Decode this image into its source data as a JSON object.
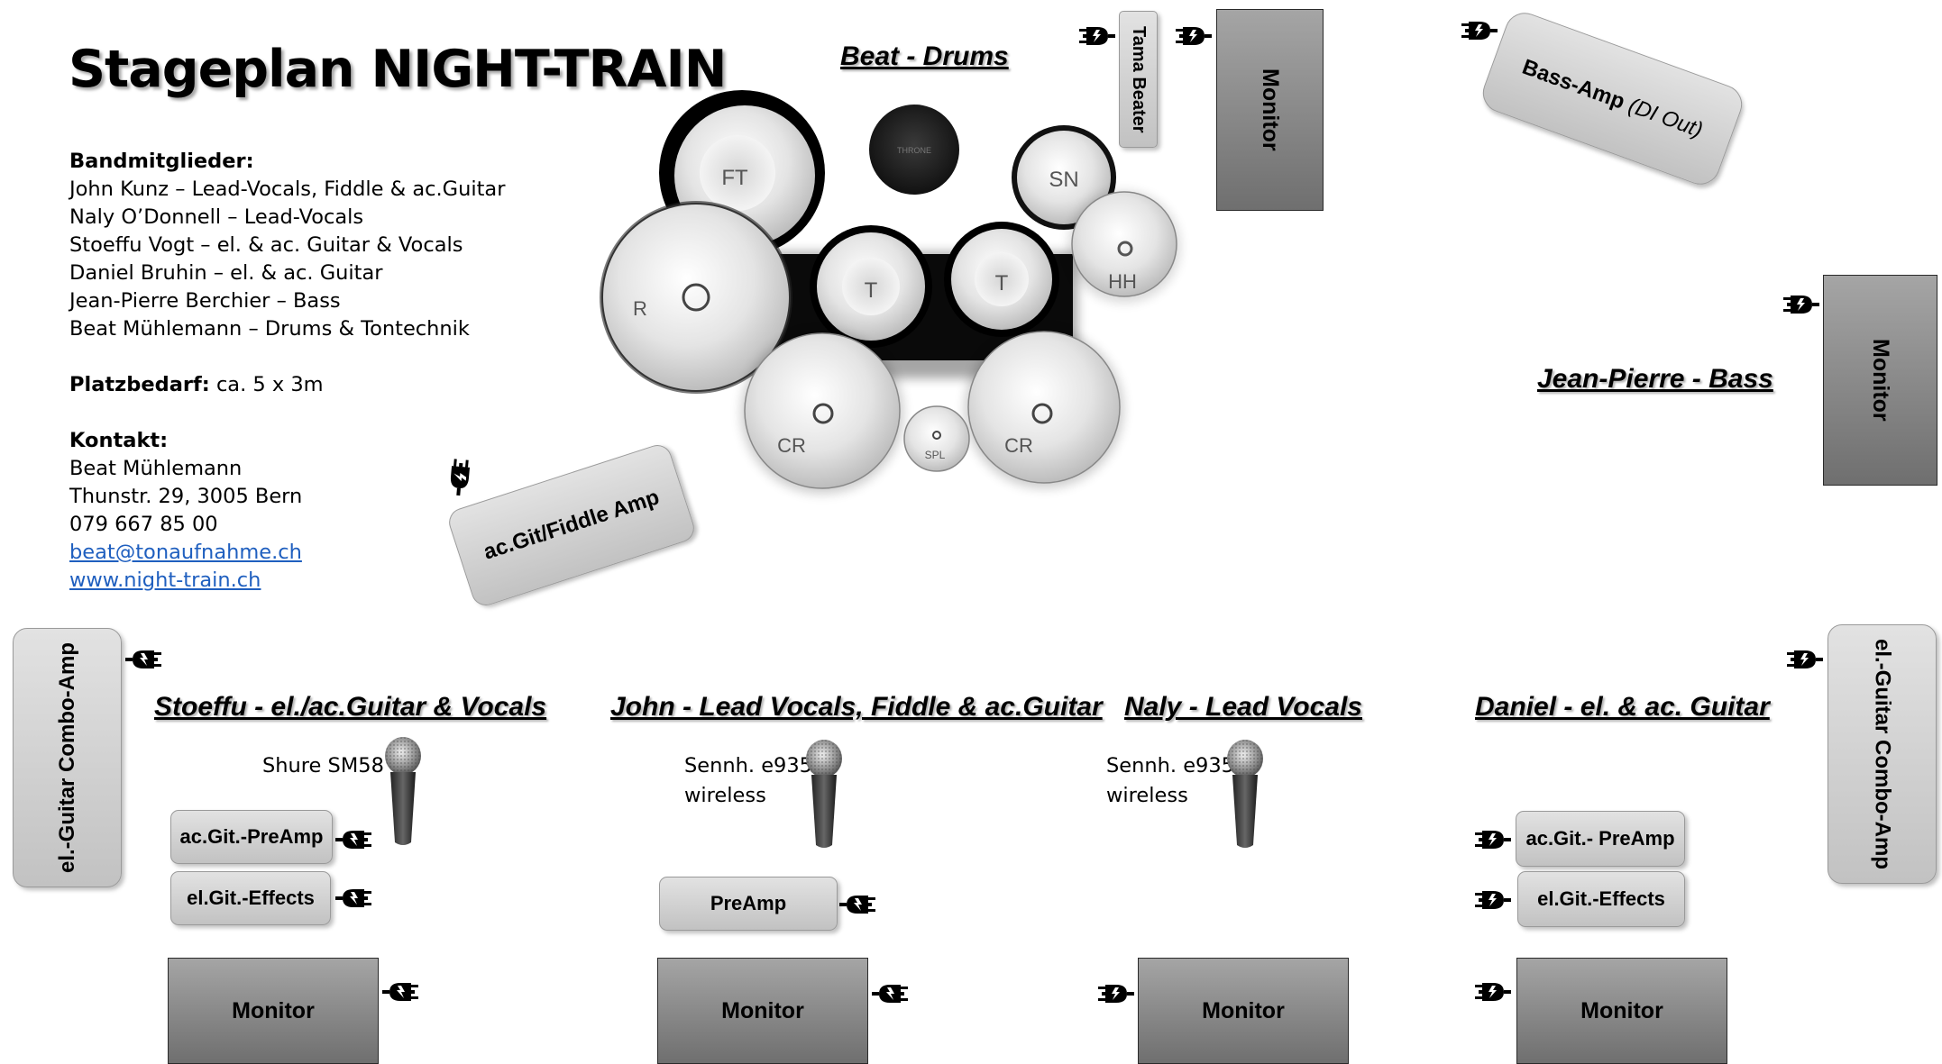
{
  "title": "Stageplan NIGHT-TRAIN",
  "band": {
    "heading": "Bandmitglieder:",
    "members": [
      "John Kunz – Lead-Vocals, Fiddle & ac.Guitar",
      "Naly O’Donnell – Lead-Vocals",
      "Stoeffu Vogt – el. & ac. Guitar & Vocals",
      "Daniel Bruhin – el. & ac. Guitar",
      "Jean-Pierre Berchier – Bass",
      "Beat Mühlemann – Drums & Tontechnik"
    ]
  },
  "space": {
    "label": "Platzbedarf:",
    "value": "ca. 5 x 3m"
  },
  "contact": {
    "heading": "Kontakt:",
    "name": "Beat Mühlemann",
    "address": "Thunstr. 29, 3005 Bern",
    "phone": "079 667 85 00",
    "email": "beat@tonaufnahme.ch",
    "web": "www.night-train.ch"
  },
  "positions": {
    "drums": "Beat - Drums",
    "bass": "Jean-Pierre - Bass",
    "stoeffu": "Stoeffu - el./ac.Guitar & Vocals",
    "john": "John - Lead Vocals, Fiddle & ac.Guitar",
    "naly": "Naly - Lead Vocals",
    "daniel": "Daniel - el. & ac. Guitar"
  },
  "drumkit": {
    "ft": "FT",
    "throne": "THRONE",
    "sn": "SN",
    "ride": "R",
    "t1": "T",
    "t2": "T",
    "hh": "HH",
    "cr1": "CR",
    "cr2": "CR",
    "spl": "SPL"
  },
  "gear": {
    "tama": "Tama Beater",
    "monitor": "Monitor",
    "bass_amp": "Bass-Amp",
    "bass_amp_note": "(DI Out)",
    "acgit_fiddle_amp": "ac.Git/Fiddle Amp",
    "combo_left": "el.-Guitar Combo-Amp",
    "combo_right": "el.-Guitar Combo-Amp",
    "stoeffu_preamp": "ac.Git.-PreAmp",
    "stoeffu_effects": "el.Git.-Effects",
    "john_preamp": "PreAmp",
    "daniel_preamp": "ac.Git.- PreAmp",
    "daniel_effects": "el.Git.-Effects"
  },
  "mics": {
    "stoeffu": "Shure SM58",
    "john_l1": "Sennh. e935",
    "john_l2": "wireless",
    "naly_l1": "Sennh. e935",
    "naly_l2": "wireless"
  }
}
